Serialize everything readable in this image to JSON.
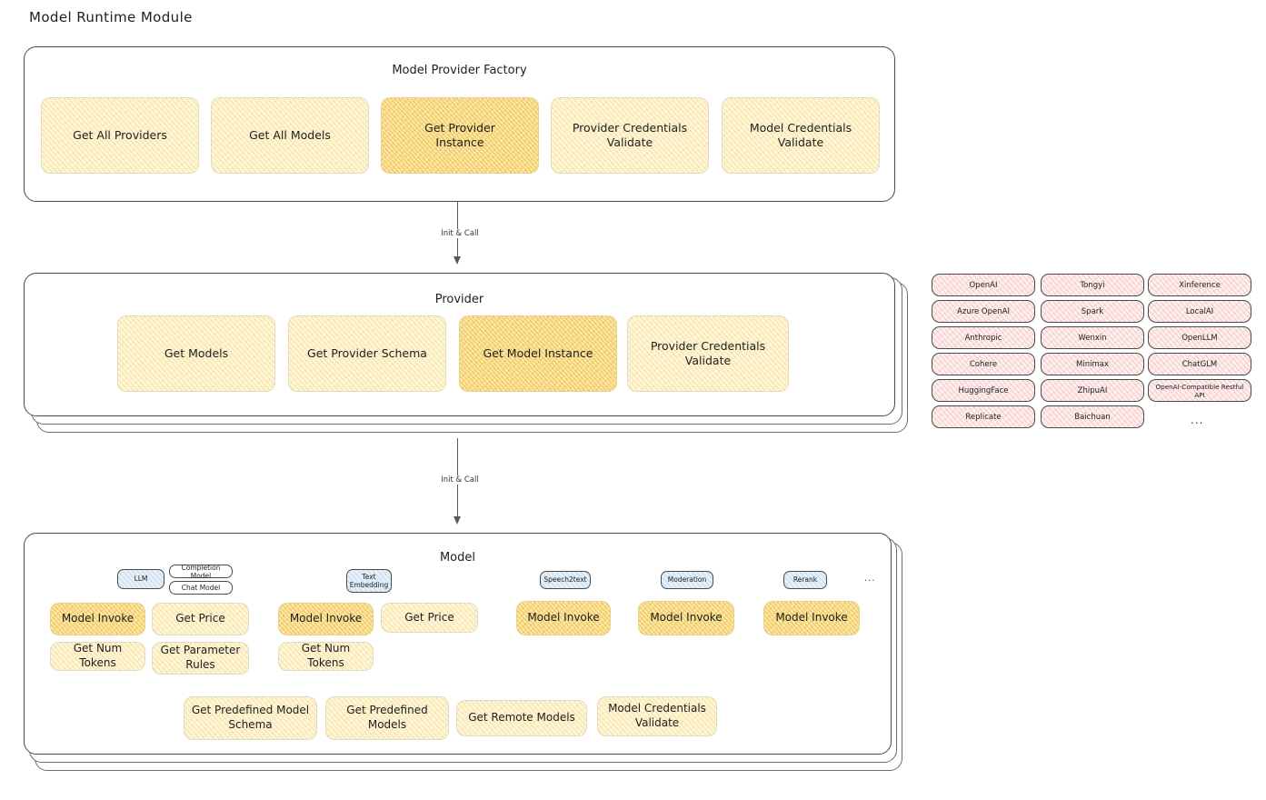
{
  "title": "Model Runtime Module",
  "colors": {
    "accent_highlight": "#fbe8ae",
    "accent_normal": "#fdf6dd",
    "provider_chip": "#fdf0ef",
    "model_tag": "#e7f1fa",
    "stroke": "#4a4a4a",
    "background": "#ffffff"
  },
  "factory": {
    "title": "Model Provider Factory",
    "items": [
      {
        "label": "Get All Providers",
        "highlight": false
      },
      {
        "label": "Get All Models",
        "highlight": false
      },
      {
        "label": "Get Provider\nInstance",
        "highlight": true
      },
      {
        "label": "Provider Credentials\nValidate",
        "highlight": false
      },
      {
        "label": "Model Credentials\nValidate",
        "highlight": false
      }
    ]
  },
  "arrow1": {
    "label": "Init & Call"
  },
  "provider": {
    "title": "Provider",
    "items": [
      {
        "label": "Get Models",
        "highlight": false
      },
      {
        "label": "Get Provider Schema",
        "highlight": false
      },
      {
        "label": "Get Model Instance",
        "highlight": true
      },
      {
        "label": "Provider Credentials\nValidate",
        "highlight": false
      }
    ]
  },
  "arrow2": {
    "label": "Init & Call"
  },
  "provider_list": {
    "columns": [
      {
        "items": [
          "OpenAI",
          "Azure OpenAI",
          "Anthropic",
          "Cohere",
          "HuggingFace",
          "Replicate"
        ]
      },
      {
        "items": [
          "Tongyi",
          "Spark",
          "Wenxin",
          "Minimax",
          "ZhipuAI",
          "Baichuan"
        ]
      },
      {
        "items": [
          "Xinference",
          "LocalAI",
          "OpenLLM",
          "ChatGLM",
          "OpenAI-Compatible Restful API"
        ]
      }
    ],
    "more": "..."
  },
  "model": {
    "title": "Model",
    "more": "...",
    "types": [
      {
        "tag": "LLM",
        "tag_style": "blue",
        "subtags": [
          "Completion Model",
          "Chat Model"
        ],
        "ops": [
          {
            "label": "Model Invoke",
            "highlight": true
          },
          {
            "label": "Get Price",
            "highlight": false
          },
          {
            "label": "Get Num Tokens",
            "highlight": false
          },
          {
            "label": "Get Parameter\nRules",
            "highlight": false
          }
        ]
      },
      {
        "tag": "Text\nEmbedding",
        "tag_style": "blue",
        "subtags": [],
        "ops": [
          {
            "label": "Model Invoke",
            "highlight": true
          },
          {
            "label": "Get Price",
            "highlight": false
          },
          {
            "label": "Get Num Tokens",
            "highlight": false
          }
        ]
      },
      {
        "tag": "Speech2text",
        "tag_style": "blue",
        "subtags": [],
        "ops": [
          {
            "label": "Model Invoke",
            "highlight": true
          }
        ]
      },
      {
        "tag": "Moderation",
        "tag_style": "blue",
        "subtags": [],
        "ops": [
          {
            "label": "Model Invoke",
            "highlight": true
          }
        ]
      },
      {
        "tag": "Rerank",
        "tag_style": "blue",
        "subtags": [],
        "ops": [
          {
            "label": "Model Invoke",
            "highlight": true
          }
        ]
      }
    ],
    "common_ops": [
      {
        "label": "Get Predefined Model\nSchema"
      },
      {
        "label": "Get Predefined\nModels"
      },
      {
        "label": "Get Remote Models"
      },
      {
        "label": "Model Credentials\nValidate"
      }
    ]
  }
}
